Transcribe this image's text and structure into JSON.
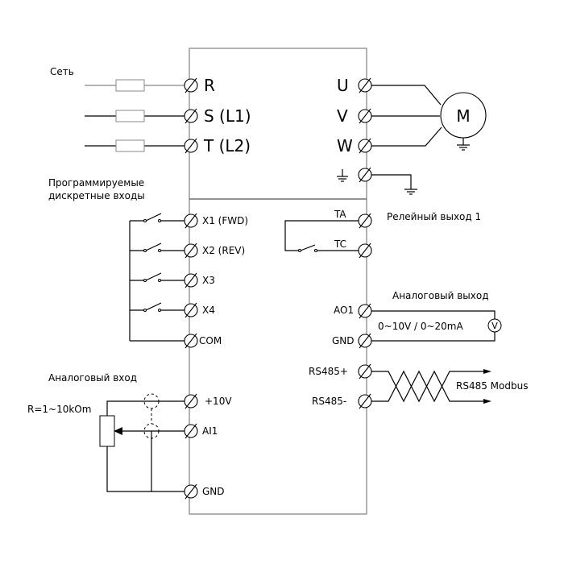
{
  "power": {
    "label": "Сеть",
    "terminals": [
      "R",
      "S (L1)",
      "T (L2)"
    ]
  },
  "motor": {
    "terminals": [
      "U",
      "V",
      "W"
    ],
    "label": "M"
  },
  "digital_inputs": {
    "label_line1": "Программируемые",
    "label_line2": "дискретные входы",
    "terminals": [
      "X1 (FWD)",
      "X2 (REV)",
      "X3",
      "X4",
      "COM"
    ]
  },
  "relay": {
    "label": "Релейный выход 1",
    "terminals": [
      "TA",
      "TC"
    ]
  },
  "analog_output": {
    "label": "Аналоговый выход",
    "terminals": [
      "AO1",
      "GND"
    ],
    "range": "0~10V / 0~20mA",
    "meter": "V"
  },
  "rs485": {
    "terminals": [
      "RS485+",
      "RS485-"
    ],
    "label": "RS485 Modbus"
  },
  "analog_input": {
    "label": "Аналоговый вход",
    "resistor": "R=1~10kOm",
    "terminals": [
      "+10V",
      "AI1",
      "GND"
    ]
  }
}
